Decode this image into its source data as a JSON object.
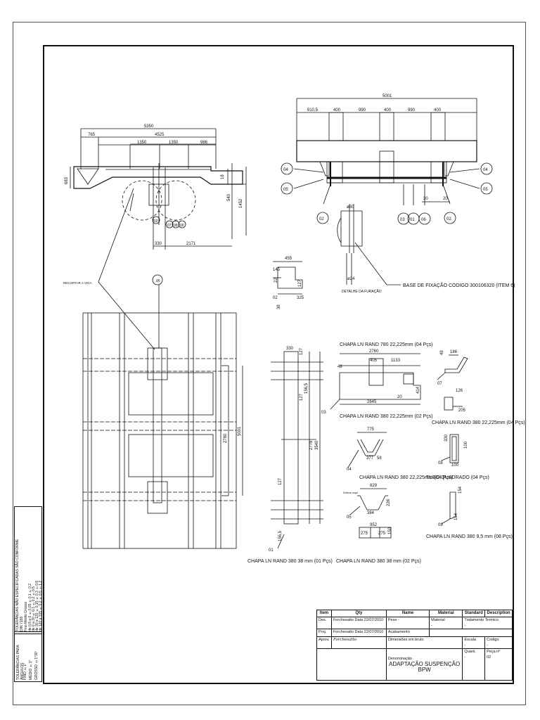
{
  "dims": {
    "side_total": "5350",
    "side_765": "765",
    "side_4525": "4525",
    "side_1350a": "1350",
    "side_1350b": "1350",
    "side_986": "986",
    "side_683": "683",
    "side_1452": "1452",
    "side_540": "540",
    "side_330": "330",
    "side_2171": "2171",
    "side_18": "18",
    "front_total": "5001",
    "front_910": "910,5",
    "front_400a": "400",
    "front_990a": "990",
    "front_400b": "400",
    "front_990b": "990",
    "front_400c": "400",
    "front_30": "30",
    "front_20": "20",
    "det_80": "ø80",
    "det_24": "ø24",
    "pl_455": "455",
    "pl_145": "145",
    "pl_22": "22",
    "pl_127": "127",
    "pl_38": "38",
    "pl_325": "325",
    "plan_2780": "2780",
    "plan_5001": "5001",
    "p1_330": "330",
    "p1_127a": "127",
    "p1_127b": "127",
    "p1_127c": "127",
    "p1_1565a": "156,5",
    "p1_1565b": "156,5",
    "p1_3540": "3540",
    "p1_2778": "2778",
    "p3_2760": "2760",
    "p3_405": "405",
    "p3_1133": "1133",
    "p3_48": "48",
    "p3_2645": "2645",
    "p3_414": "414",
    "p3_20": "20",
    "p4_775": "775",
    "p4_377": "377",
    "p4_58": "58",
    "p5_829": "829",
    "p5_384": "384",
    "p5_226": "226",
    "p5_952": "952",
    "p5_275a": "275",
    "p5_275b": "275",
    "p5_150": "150",
    "p7_186": "186",
    "p7_49": "49",
    "p7_126": "126",
    "p7_205": "205",
    "p8_330": "330",
    "p8_100a": "100",
    "p8_100b": "100",
    "p9_154a": "154",
    "p9_154b": "154"
  },
  "balloons": {
    "b04_left": "04",
    "b05_left": "05",
    "b04_right": "04",
    "b05_right": "05",
    "b02_left": "02",
    "b03": "03",
    "b01": "01",
    "b06": "06",
    "b02_right": "02",
    "s02": "02",
    "s07": "07",
    "s08": "08",
    "s09": "09",
    "plan06": "06"
  },
  "labels": {
    "recortar": "RECORTAR A VIGA",
    "base_fixacao": "BASE DE FIXAÇÃO CÓDIGO 300106320 (ITEM 6)",
    "detalhe": "DETALHE DA FURAÇÃO",
    "chapa_01": "CHAPA LN RAND 380 38 mm (01 Pçs)",
    "chapa_780": "CHAPA LN RAND 780 22,225mm (04 Pçs)",
    "chapa_03": "CHAPA LN RAND 380 22,225mm (02 Pçs)",
    "chapa_04": "CHAPA LN RAND 380 22,225mm (04 Pçs)",
    "chapa_05": "CHAPA LN RAND 380 38 mm (02 Pçs)",
    "chapa_07": "CHAPA LN RAND 380 22,225mm (04 Pçs)",
    "tubo_08": "TUBO QUADRADO (04 Pçs)",
    "chapa_09": "CHAPA LN RAND 380 9,5 mm (08 Pçs)",
    "part01": "01",
    "part03": "03",
    "part04": "04",
    "part05": "05",
    "part07": "07",
    "part08": "08",
    "part09": "09",
    "dobra": "Dobrar aqui"
  },
  "tolerances": {
    "title1": "TOLERÂNCIAS NÃO ESPECIFICADAS SÃO CONFORME",
    "title2": "DIN 7168",
    "header": "Fino  Médio  Grosso",
    "rows": [
      "de 0,5 a 6   ±0,05  ±0,1  ±0,2",
      "de 6 a 30   ±0,1  ±0,2  ±0,5",
      "de 30 a 120   ±0,15  ±0,3  ±0,8",
      "de 120 a 315   ±0,2  ±0,5  ±1,2"
    ],
    "sub1": "TOLERÂNCIAS PARA ÂNGULOS",
    "sub_rows": [
      "FINO ±1°",
      "MÉDIO ±1°",
      "GROSSO ±1°30'"
    ]
  },
  "title_block": {
    "item": "Item",
    "qty": "Qty",
    "name": "Name",
    "material": "Material",
    "standard": "Standard",
    "description": "Description",
    "des": "Des.",
    "des_name": "Forchesatto",
    "des_data": "Data",
    "des_date": "22/07/2010",
    "proj": "Proj.",
    "proj_name": "Forchesatto",
    "proj_data": "Data",
    "proj_date": "22/07/2010",
    "aprov": "Aprov.",
    "aprov_sig": "Forchesatto",
    "peso": "Peso",
    "peso_val": "-",
    "acabamento": "Acabamento",
    "material_lbl": "Material",
    "material_val": "-",
    "tratamento": "Tratamento Termico",
    "tratamento_val": "-",
    "dimensoes": "Dimensões em bruto",
    "escala": "Escala",
    "escala_val": "-",
    "codigo": "Codigo",
    "codigo_val": "-",
    "denominacao": "Denominação",
    "title_line1": "ADAPTAÇÃO SUSPENÇÃO",
    "title_line2": "BPW",
    "quant": "Quant.",
    "quant_val": "-",
    "peca": "Peça nº",
    "peca_val": "02"
  }
}
